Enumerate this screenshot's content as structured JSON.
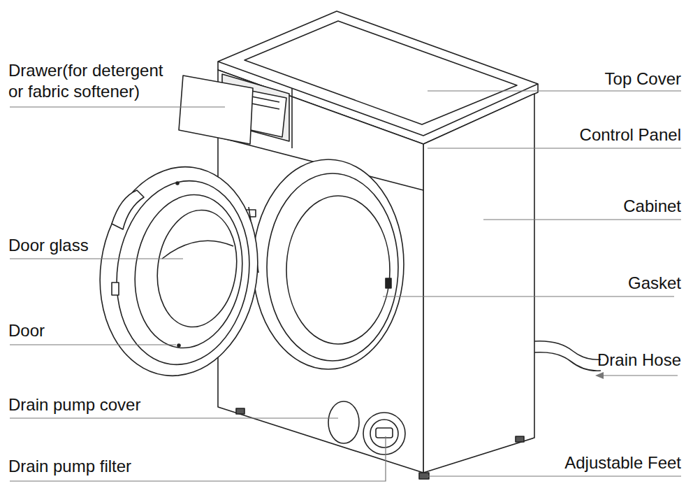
{
  "diagram": {
    "labels": [
      "Drawer(for detergent or fabric softener)",
      "Top Cover",
      "Control Panel",
      "Cabinet",
      "Door glass",
      "Gasket",
      "Door",
      "Drain Hose",
      "Drain pump cover",
      "Drain pump filter",
      "Adjustable Feet"
    ]
  }
}
